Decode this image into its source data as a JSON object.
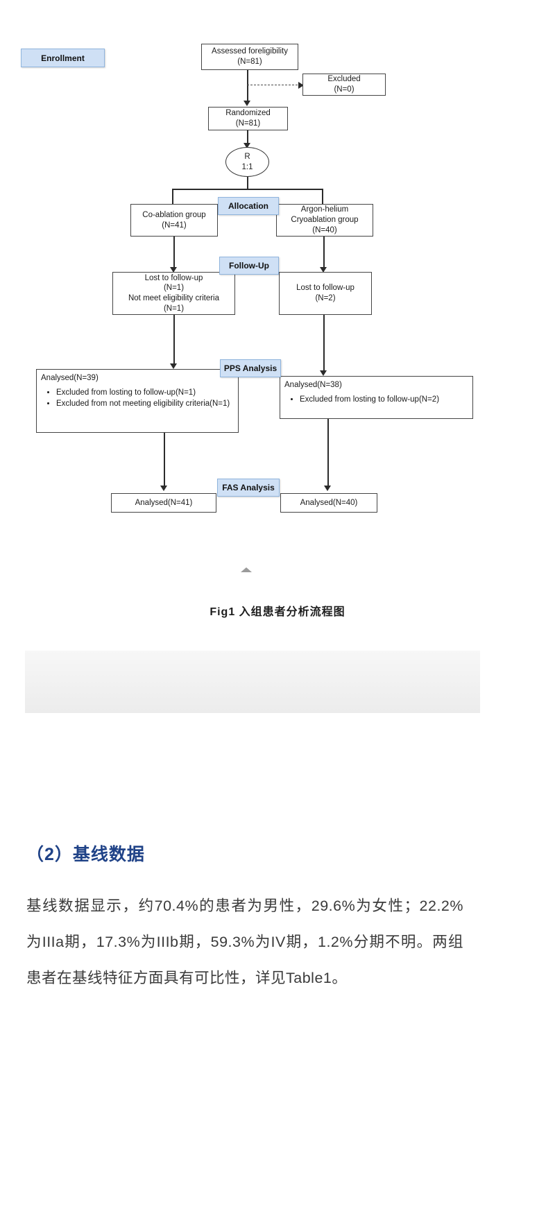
{
  "figure": {
    "caption": "Fig1 入组患者分析流程图",
    "stages": [
      {
        "key": "enrollment",
        "label": "Enrollment"
      },
      {
        "key": "allocation",
        "label": "Allocation"
      },
      {
        "key": "followup",
        "label": "Follow-Up"
      },
      {
        "key": "pps",
        "label": "PPS Analysis"
      },
      {
        "key": "fas",
        "label": "FAS Analysis"
      }
    ],
    "nodes": {
      "assessed": {
        "lines": [
          "Assessed foreligibility",
          "(N=81)"
        ]
      },
      "excluded": {
        "lines": [
          "Excluded",
          "(N=0)"
        ]
      },
      "randomized": {
        "lines": [
          "Randomized",
          "(N=81)"
        ]
      },
      "ratio": {
        "lines": [
          "R",
          "1:1"
        ]
      },
      "group_left": {
        "lines": [
          "Co-ablation group",
          "(N=41)"
        ]
      },
      "group_right": {
        "lines": [
          "Argon-helium",
          "Cryoablation group",
          "(N=40)"
        ]
      },
      "lost_left": {
        "lines": [
          "Lost to follow-up",
          "(N=1)",
          "Not meet eligibility criteria",
          "(N=1)"
        ]
      },
      "lost_right": {
        "lines": [
          "Lost to follow-up",
          "(N=2)"
        ]
      },
      "pps_left": {
        "title": "Analysed(N=39)",
        "bullets": [
          "Excluded from losting to follow-up(N=1)",
          "Excluded from not meeting eligibility criteria(N=1)"
        ]
      },
      "pps_right": {
        "title": "Analysed(N=38)",
        "bullets": [
          "Excluded from losting to follow-up(N=2)"
        ]
      },
      "fas_left": {
        "lines": [
          "Analysed(N=41)"
        ]
      },
      "fas_right": {
        "lines": [
          "Analysed(N=40)"
        ]
      }
    },
    "colors": {
      "stage_fill": "#cfe0f5",
      "stage_border": "#8fb4dd",
      "node_border": "#444444",
      "connector": "#2b2b2b"
    }
  },
  "article": {
    "heading": "（2）基线数据",
    "body": "基线数据显示，约70.4%的患者为男性，29.6%为女性；22.2%为IIIa期，17.3%为IIIb期，59.3%为IV期，1.2%分期不明。两组患者在基线特征方面具有可比性，详见Table1。",
    "heading_color": "#1f4287"
  }
}
